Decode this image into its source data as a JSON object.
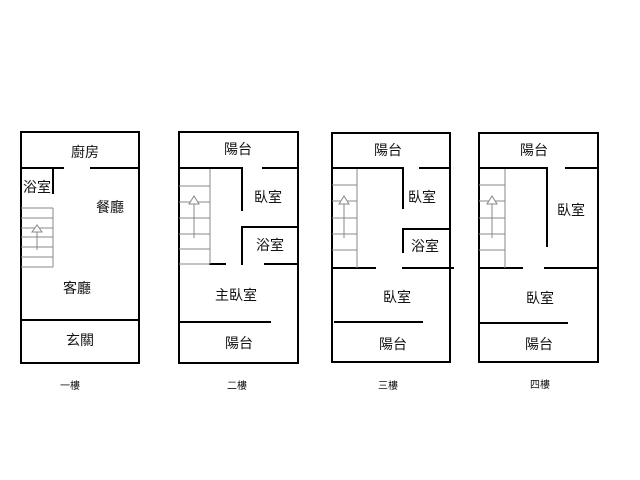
{
  "floors": [
    {
      "caption": "一樓",
      "rooms": {
        "kitchen": "廚房",
        "bathroom": "浴室",
        "dining": "餐廳",
        "living": "客廳",
        "entrance": "玄關"
      }
    },
    {
      "caption": "二樓",
      "rooms": {
        "balcony_front": "陽台",
        "bedroom": "臥室",
        "bathroom": "浴室",
        "master_bedroom": "主臥室",
        "balcony_back": "陽台"
      }
    },
    {
      "caption": "三樓",
      "rooms": {
        "balcony_front": "陽台",
        "bedroom": "臥室",
        "bathroom": "浴室",
        "bedroom2": "臥室",
        "balcony_back": "陽台"
      }
    },
    {
      "caption": "四樓",
      "rooms": {
        "balcony_front": "陽台",
        "bedroom": "臥室",
        "bedroom2": "臥室",
        "balcony_back": "陽台"
      }
    }
  ]
}
